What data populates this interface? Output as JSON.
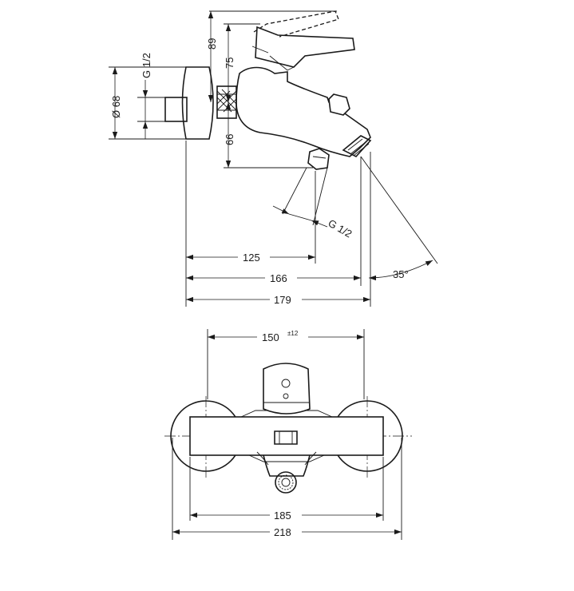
{
  "side_view": {
    "dim_89": "89",
    "dim_75": "75",
    "dim_66": "66",
    "dim_diameter": "Ø 68",
    "dim_thread_inlet": "G 1/2",
    "dim_thread_outlet": "G 1/2",
    "dim_125": "125",
    "dim_166": "166",
    "dim_179": "179",
    "dim_angle": "35°"
  },
  "front_view": {
    "dim_150": "150",
    "dim_150_tolerance": "±12",
    "dim_185": "185",
    "dim_218": "218"
  }
}
